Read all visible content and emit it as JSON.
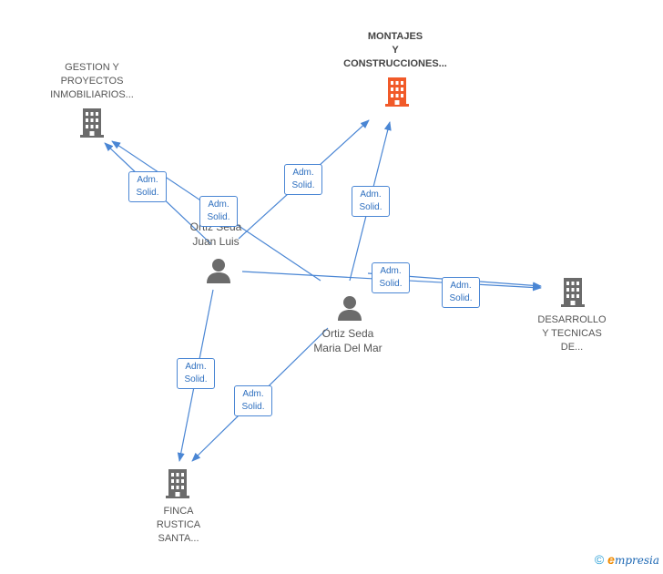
{
  "companies": {
    "gestion": {
      "lines": [
        "GESTION Y",
        "PROYECTOS",
        "INMOBILIARIOS..."
      ]
    },
    "montajes": {
      "lines": [
        "MONTAJES",
        "Y",
        "CONSTRUCCIONES..."
      ],
      "color": "#f15a29"
    },
    "desarrollo": {
      "lines": [
        "DESARROLLO",
        "Y TECNICAS",
        "DE..."
      ]
    },
    "finca": {
      "lines": [
        "FINCA",
        "RUSTICA",
        "SANTA..."
      ]
    }
  },
  "persons": {
    "juan": {
      "lines": [
        "Ortiz Seda",
        "Juan Luis"
      ]
    },
    "maria": {
      "lines": [
        "Ortiz Seda",
        "Maria Del Mar"
      ]
    }
  },
  "edge_label": {
    "line1": "Adm.",
    "line2": "Solid."
  },
  "colors": {
    "edge": "#4a86d4",
    "company_icon": "#6b6b6b",
    "highlight_icon": "#f15a29",
    "person_icon": "#6b6b6b"
  },
  "footer": {
    "copyright": "©",
    "brand_e": "e",
    "brand_rest": "mpresia"
  }
}
